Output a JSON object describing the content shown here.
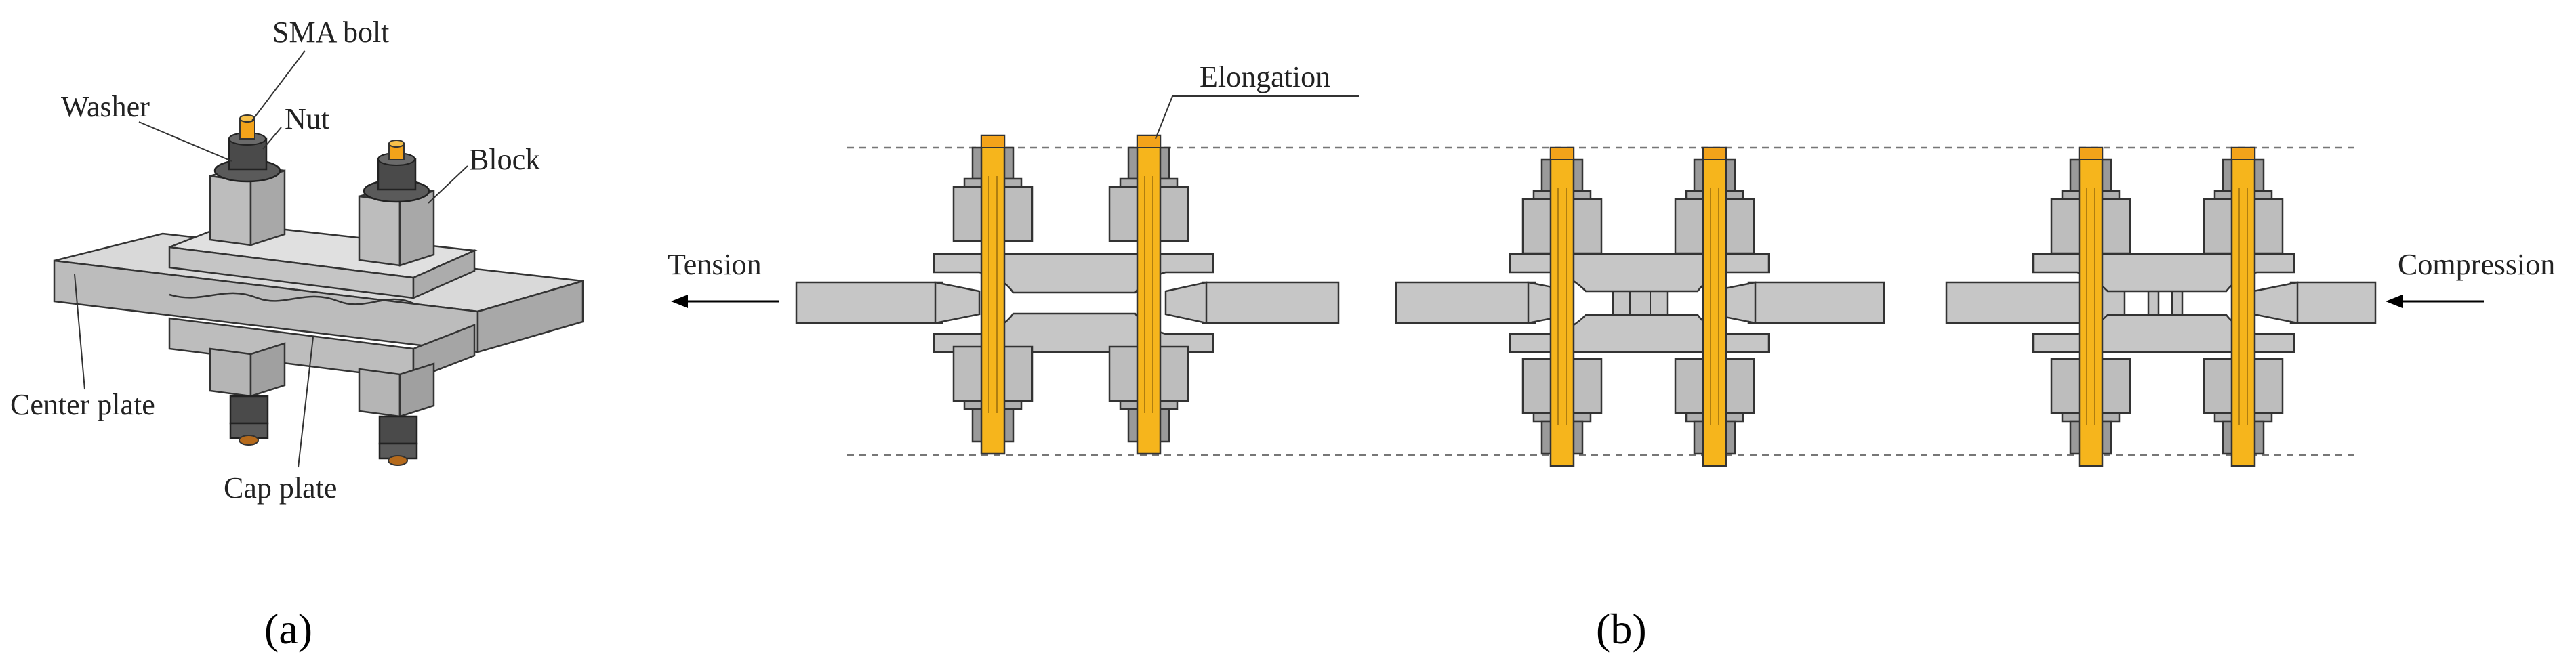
{
  "panel_a": {
    "caption": "(a)",
    "labels": {
      "sma_bolt": "SMA bolt",
      "washer": "Washer",
      "nut": "Nut",
      "block": "Block",
      "center_plate": "Center plate",
      "cap_plate": "Cap plate"
    }
  },
  "panel_b": {
    "caption": "(b)",
    "labels": {
      "elongation": "Elongation",
      "tension": "Tension",
      "compression": "Compression"
    }
  },
  "colors": {
    "steel_light": "#d2d2d2",
    "steel_mid": "#bdbdbd",
    "steel_dark": "#9a9a9a",
    "nut_dark": "#4a4a4a",
    "sma_gold": "#f6b51c",
    "sma_tip": "#f3a31a",
    "bolt_bronze": "#b56a1c",
    "outline": "#333333"
  },
  "icons": [
    "tension-arrow-icon",
    "compression-arrow-icon"
  ]
}
